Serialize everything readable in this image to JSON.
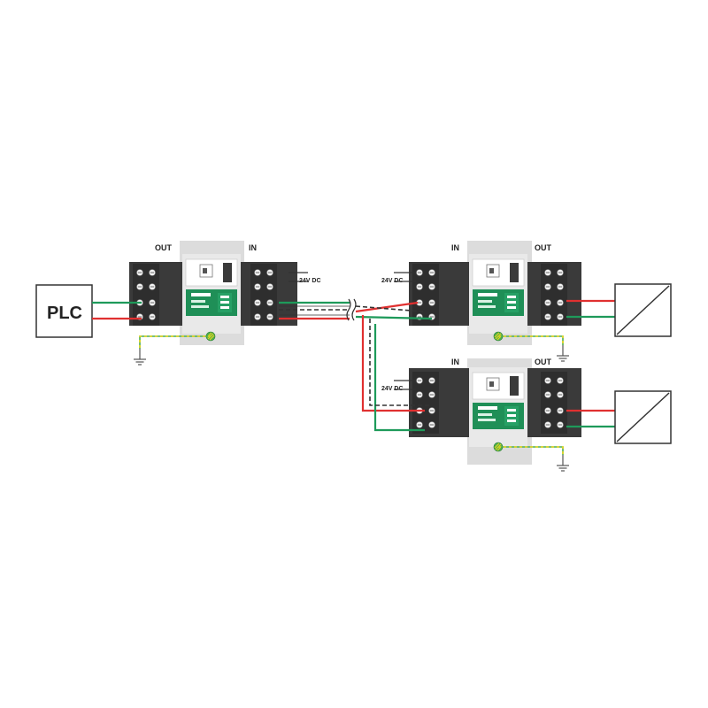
{
  "plc": {
    "label": "PLC"
  },
  "modules": [
    {
      "id": "m1",
      "left_label": "OUT",
      "right_label": "IN",
      "supply_label": "24V DC"
    },
    {
      "id": "m2",
      "left_label": "IN",
      "right_label": "OUT",
      "supply_label": "24V DC"
    },
    {
      "id": "m3",
      "left_label": "IN",
      "right_label": "OUT",
      "supply_label": "24V DC"
    }
  ],
  "colors": {
    "wire_red": "#e03030",
    "wire_green": "#1e9a5a",
    "module_body": "#3a3a3a",
    "rail": "#dcdcdc",
    "earth_yellow": "#e8d41a",
    "earth_green": "#4caf50"
  },
  "icons": [
    "plc-box-icon",
    "transmitter-icon",
    "ground-icon",
    "terminal-screw-icon",
    "cable-break-icon"
  ]
}
